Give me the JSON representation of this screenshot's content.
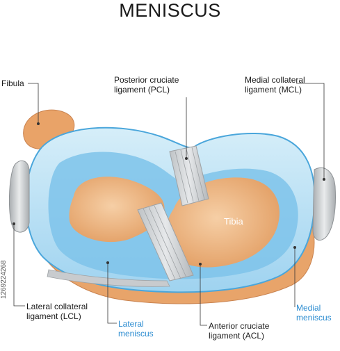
{
  "title": "MENISCUS",
  "labels": {
    "fibula": "Fibula",
    "pcl_line1": "Posterior cruciate",
    "pcl_line2": "ligament (PCL)",
    "mcl_line1": "Medial collateral",
    "mcl_line2": "ligament (MCL)",
    "tibia": "Tibia",
    "lcl_line1": "Lateral collateral",
    "lcl_line2": "ligament (LCL)",
    "lateral_line1": "Lateral",
    "lateral_line2": "meniscus",
    "acl_line1": "Anterior cruciate",
    "acl_line2": "ligament (ACL)",
    "medial_line1": "Medial",
    "medial_line2": "meniscus"
  },
  "stock_id": "1269224268",
  "colors": {
    "meniscus_light": "#cfe9f7",
    "meniscus_mid": "#7fc4ea",
    "meniscus_dark": "#3d9ed8",
    "tibia": "#ecb07c",
    "tibia_dark": "#c98350",
    "ligament": "#c9ccce",
    "label_blue": "#2a8bd0"
  }
}
